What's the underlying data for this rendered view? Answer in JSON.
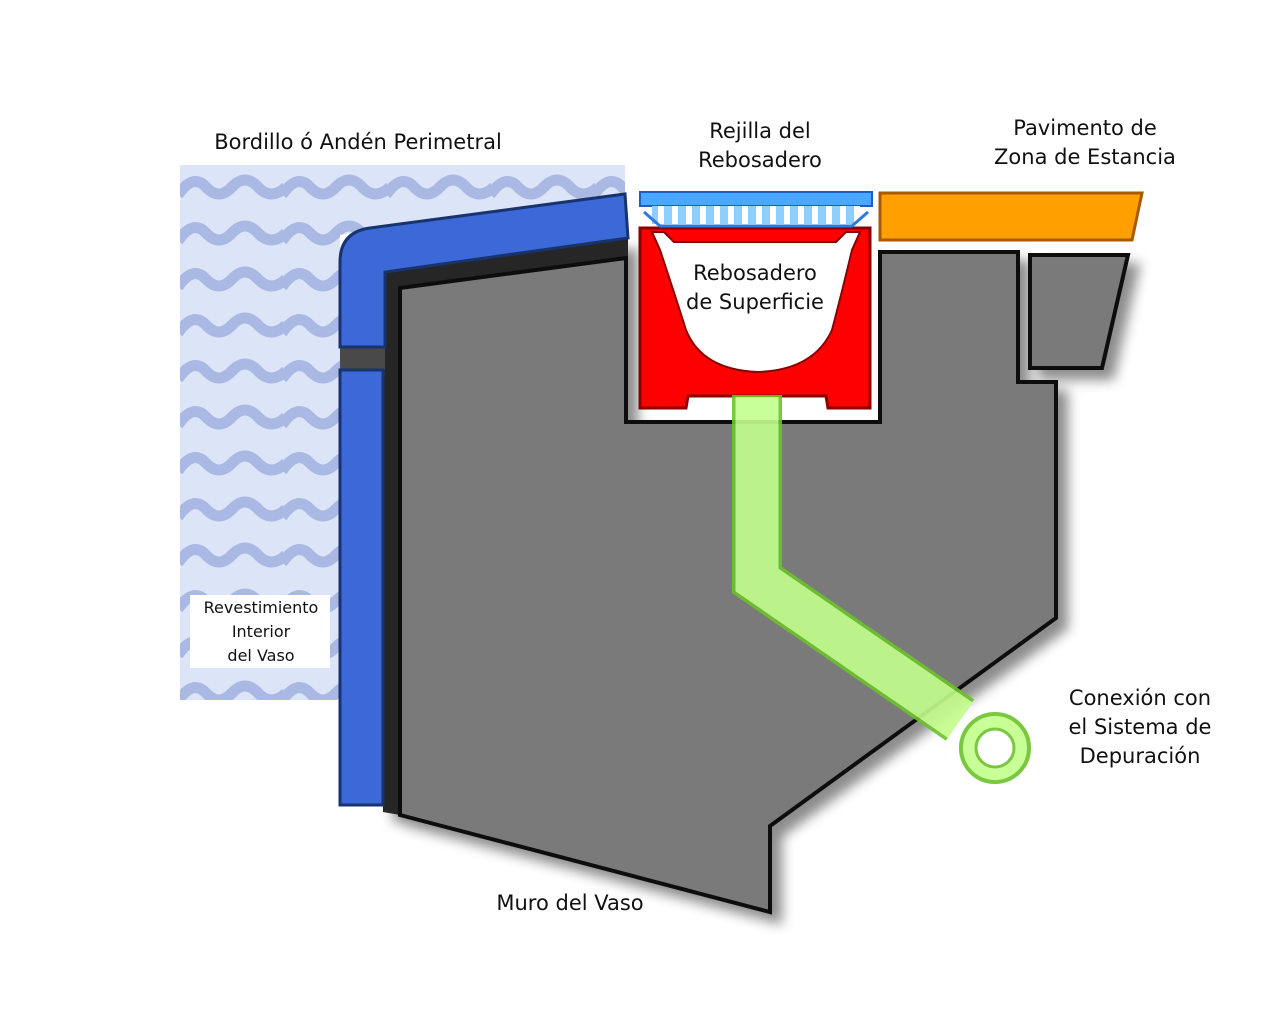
{
  "labels": {
    "bordillo": "Bordillo ó Andén Perimetral",
    "rejilla": {
      "line1": "Rejilla del",
      "line2": "Rebosadero"
    },
    "pavimento": {
      "line1": "Pavimento de",
      "line2": "Zona de Estancia"
    },
    "rebosadero": {
      "line1": "Rebosadero",
      "line2": "de Superficie"
    },
    "revestimiento": {
      "line1": "Revestimiento",
      "line2": "Interior",
      "line3": "del Vaso"
    },
    "conexion": {
      "line1": "Conexión con",
      "line2": "el Sistema de",
      "line3": "Depuración"
    },
    "muro": "Muro del Vaso"
  },
  "colors": {
    "water_bg": "#dce4f7",
    "water_wave": "#aab9e4",
    "lining_blue": "#3c68d8",
    "wall_gray": "#7a7a7a",
    "overflow_red": "#ff0000",
    "grate_blue": "#4aa8ff",
    "paving_orange": "#ff9f00",
    "pipe_green": "#c4ff8c"
  }
}
